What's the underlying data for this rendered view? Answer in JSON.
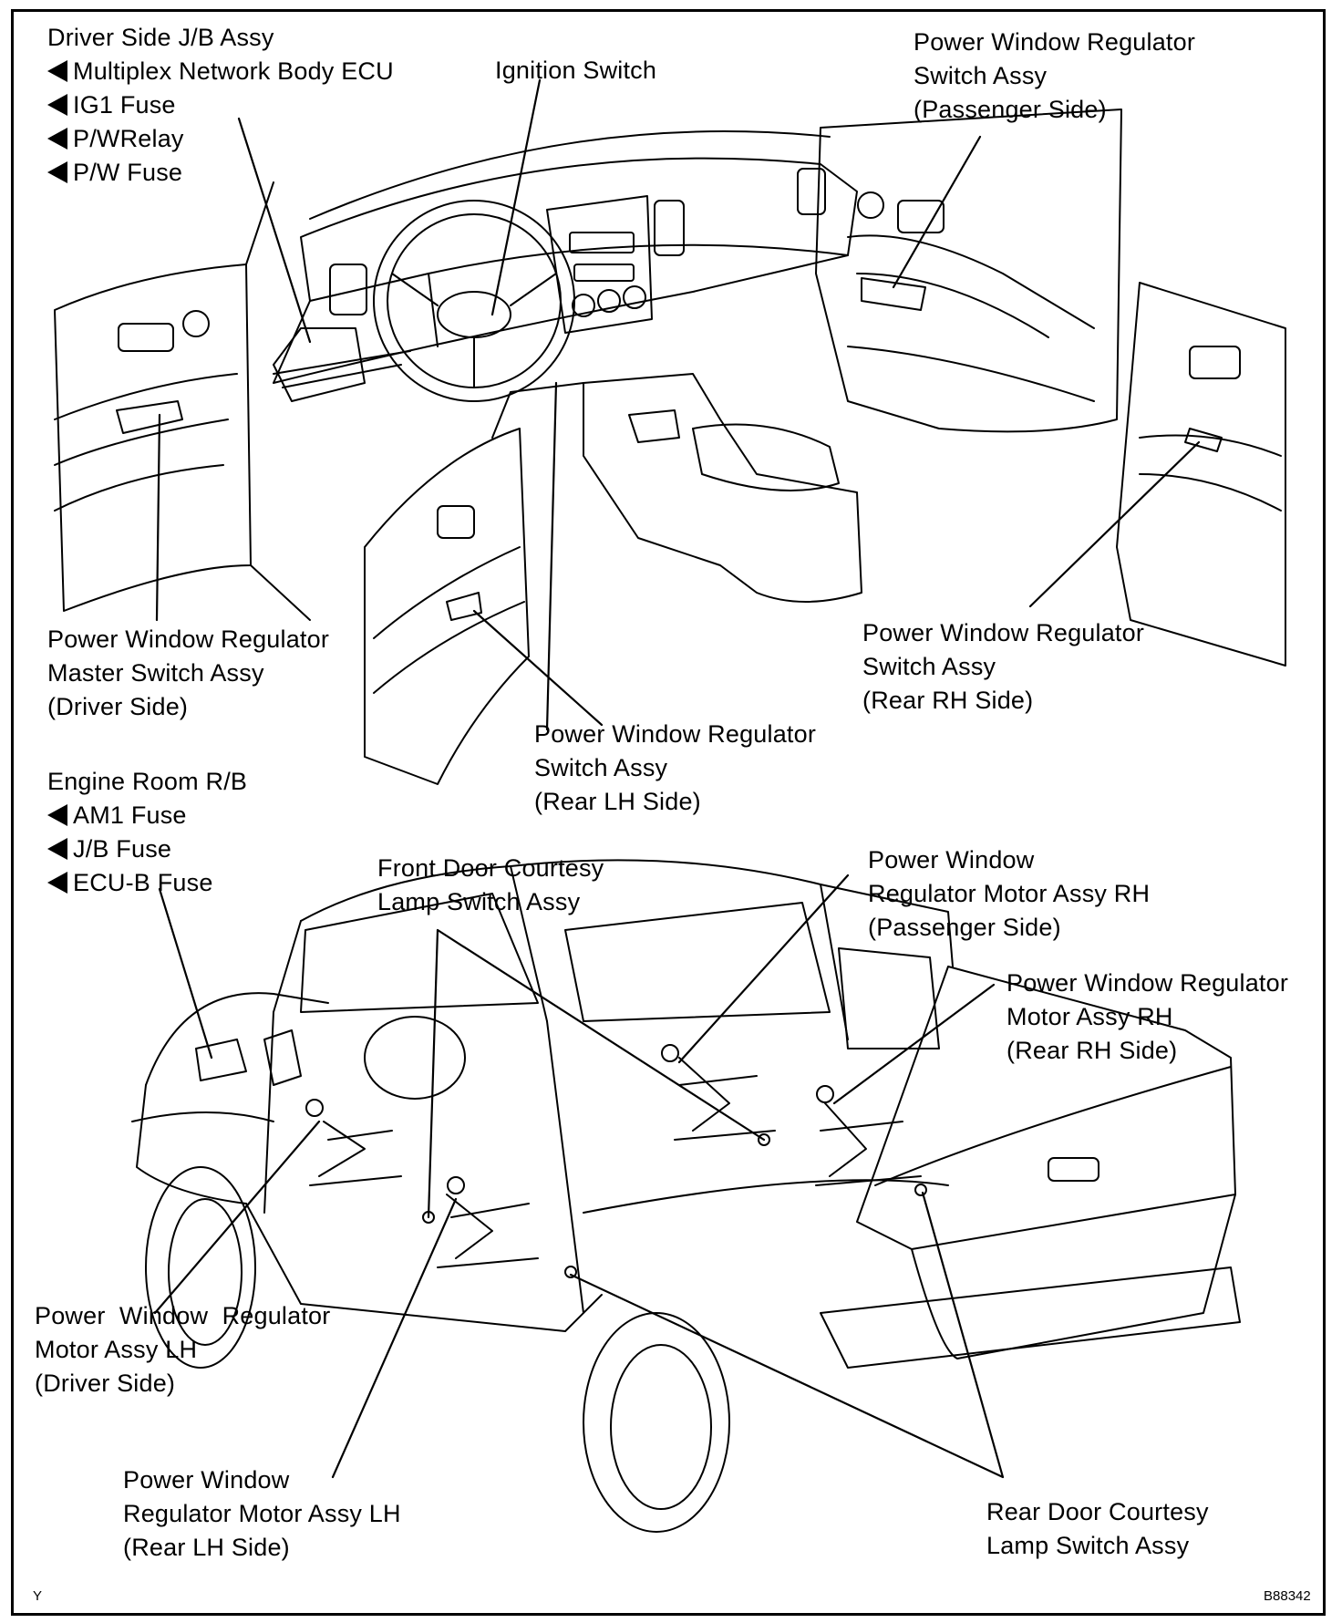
{
  "labels": {
    "driver_jb": {
      "title": "Driver Side J/B Assy",
      "items": [
        "Multiplex Network Body ECU",
        "IG1 Fuse",
        "P/WRelay",
        "P/W Fuse"
      ]
    },
    "ignition_switch": [
      "Ignition Switch"
    ],
    "pw_switch_passenger": [
      "Power Window Regulator",
      "Switch Assy",
      "(Passenger Side)"
    ],
    "pw_master_switch": [
      "Power Window Regulator",
      "Master Switch Assy",
      "(Driver Side)"
    ],
    "pw_switch_rear_lh": [
      "Power Window Regulator",
      "Switch Assy",
      "(Rear LH Side)"
    ],
    "pw_switch_rear_rh": [
      "Power Window Regulator",
      "Switch Assy",
      "(Rear RH Side)"
    ],
    "engine_room_rb": {
      "title": "Engine Room R/B",
      "items": [
        "AM1 Fuse",
        "J/B Fuse",
        "ECU-B Fuse"
      ]
    },
    "front_door_courtesy": [
      "Front Door Courtesy",
      "Lamp Switch Assy"
    ],
    "pw_motor_rh_passenger": [
      "Power Window",
      "Regulator Motor Assy RH",
      "(Passenger Side)"
    ],
    "pw_motor_rh_rear": [
      "Power Window Regulator",
      "Motor Assy RH",
      "(Rear RH Side)"
    ],
    "pw_motor_lh_driver": [
      "Power  Window  Regulator",
      "Motor Assy LH",
      "(Driver Side)"
    ],
    "pw_motor_lh_rear": [
      "Power Window",
      "Regulator Motor Assy LH",
      "(Rear LH Side)"
    ],
    "rear_door_courtesy": [
      "Rear Door Courtesy",
      "Lamp Switch Assy"
    ]
  },
  "corner_marks": {
    "bottom_left": "Y",
    "bottom_right": "B88342"
  }
}
